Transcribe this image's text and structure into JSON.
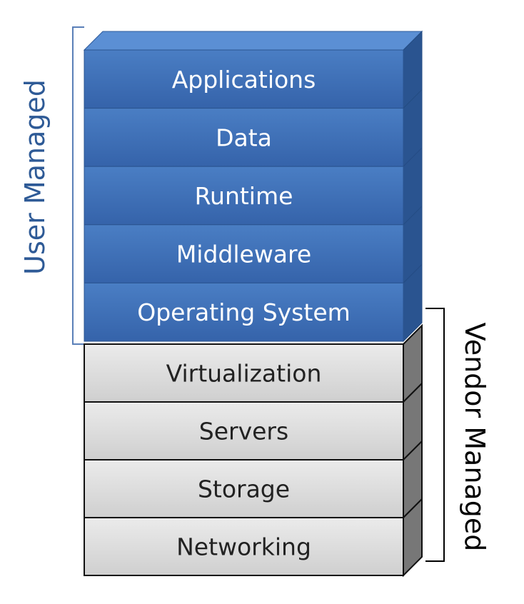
{
  "title": "",
  "groups": {
    "user": {
      "label": "User Managed",
      "color": "#2e5a96",
      "layers": [
        "Applications",
        "Data",
        "Runtime",
        "Middleware",
        "Operating System"
      ]
    },
    "vendor": {
      "label": "Vendor Managed",
      "color": "#000000",
      "layers": [
        "Virtualization",
        "Servers",
        "Storage",
        "Networking"
      ]
    }
  },
  "colors": {
    "blue_face": "#3a6cb4",
    "blue_face_light": "#4a7ec4",
    "blue_side": "#2a5490",
    "blue_top": "#5b8fd4",
    "gray_face": "#d9d9d9",
    "gray_face_light": "#e8e8e8",
    "gray_side": "#777777",
    "bracket": "#5a7fb8"
  }
}
